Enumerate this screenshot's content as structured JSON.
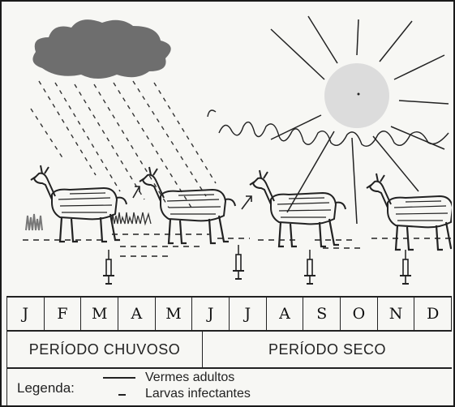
{
  "months": [
    "J",
    "F",
    "M",
    "A",
    "M",
    "J",
    "J",
    "A",
    "S",
    "O",
    "N",
    "D"
  ],
  "periods": {
    "rainy": "PERÍODO CHUVOSO",
    "dry": "PERÍODO SECO"
  },
  "legend": {
    "title": "Legenda:",
    "item_adults": "Vermes adultos",
    "item_larvae": "Larvas infectantes"
  },
  "colors": {
    "cloud": "#6e6e6e",
    "sun": "#dcdcdc",
    "ink": "#222222"
  },
  "icons": [
    "rain-cloud-icon",
    "sun-icon",
    "goat-icon",
    "syringe-icon",
    "larva-arrow-icon"
  ]
}
